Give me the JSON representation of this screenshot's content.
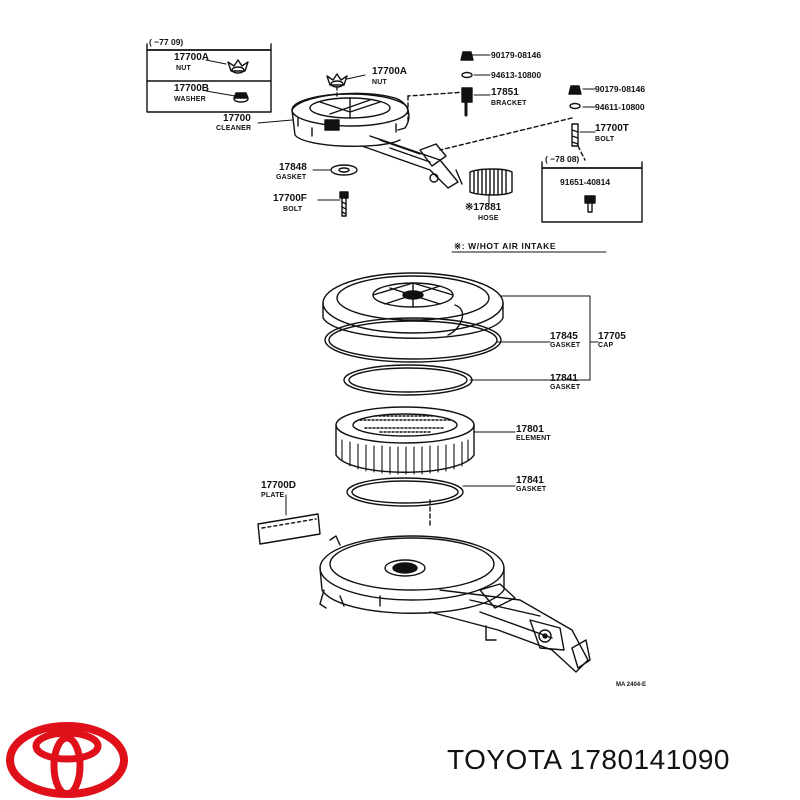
{
  "diagram": {
    "group_labels": {
      "nut_group_range": "( −77 09)",
      "bolt_group_range": "( −78 08)"
    },
    "parts": [
      {
        "id": "p17700A_box",
        "number": "17700A",
        "name": "NUT"
      },
      {
        "id": "p17700B",
        "number": "17700B",
        "name": "WASHER"
      },
      {
        "id": "p17700A",
        "number": "17700A",
        "name": "NUT"
      },
      {
        "id": "p17700",
        "number": "17700",
        "name": "CLEANER"
      },
      {
        "id": "p90179a",
        "number": "90179-08146",
        "name": ""
      },
      {
        "id": "p94613",
        "number": "94613-10800",
        "name": ""
      },
      {
        "id": "p17851",
        "number": "17851",
        "name": "BRACKET"
      },
      {
        "id": "p90179b",
        "number": "90179-08146",
        "name": ""
      },
      {
        "id": "p94611",
        "number": "94611-10800",
        "name": ""
      },
      {
        "id": "p17700T",
        "number": "17700T",
        "name": "BOLT"
      },
      {
        "id": "p91651",
        "number": "91651-40814",
        "name": ""
      },
      {
        "id": "p17848",
        "number": "17848",
        "name": "GASKET"
      },
      {
        "id": "p17700F",
        "number": "17700F",
        "name": "BOLT"
      },
      {
        "id": "p17881",
        "number": "※17881",
        "name": "HOSE"
      },
      {
        "id": "p17845",
        "number": "17845",
        "name": "GASKET"
      },
      {
        "id": "p17705",
        "number": "17705",
        "name": "CAP"
      },
      {
        "id": "p17841a",
        "number": "17841",
        "name": "GASKET"
      },
      {
        "id": "p17801",
        "number": "17801",
        "name": "ELEMENT"
      },
      {
        "id": "p17841b",
        "number": "17841",
        "name": "GASKET"
      },
      {
        "id": "p17700D",
        "number": "17700D",
        "name": "PLATE"
      }
    ],
    "note": "※: W/HOT AIR INTAKE",
    "figure_code": "MA 2404-E"
  },
  "brand": {
    "name": "TOYOTA",
    "part_number": "1780141090",
    "caption": "TOYOTA 1780141090",
    "logo_color": "#e0101b"
  }
}
